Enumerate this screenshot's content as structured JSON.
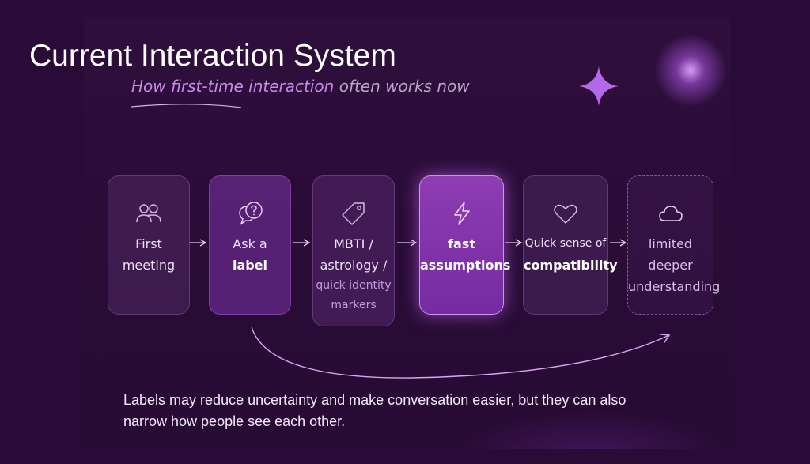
{
  "title": "Current Interaction System",
  "subtitle": {
    "highlight": "How first-time interaction",
    "rest": "often works now"
  },
  "steps": [
    {
      "icon": "people-icon",
      "line1": "First",
      "line2": "meeting"
    },
    {
      "icon": "question-bubble-icon",
      "line1": "Ask a",
      "line2": "label"
    },
    {
      "icon": "tag-icon",
      "line1": "MBTI /",
      "line2": "astrology /",
      "line3": "quick identity",
      "line4": "markers"
    },
    {
      "icon": "lightning-icon",
      "line1": "fast",
      "line2": "assumptions"
    },
    {
      "icon": "heart-icon",
      "line1": "Quick sense of",
      "line2": "compatibility"
    },
    {
      "icon": "cloud-icon",
      "line1": "limited",
      "line2": "deeper",
      "line3": "understanding"
    }
  ],
  "footnote": "Labels may reduce uncertainty and make conversation easier, but they can also narrow how people see each other.",
  "colors": {
    "background": "#2a0a36",
    "accent": "#c78ce8",
    "highlight_box": "#a050d0"
  }
}
